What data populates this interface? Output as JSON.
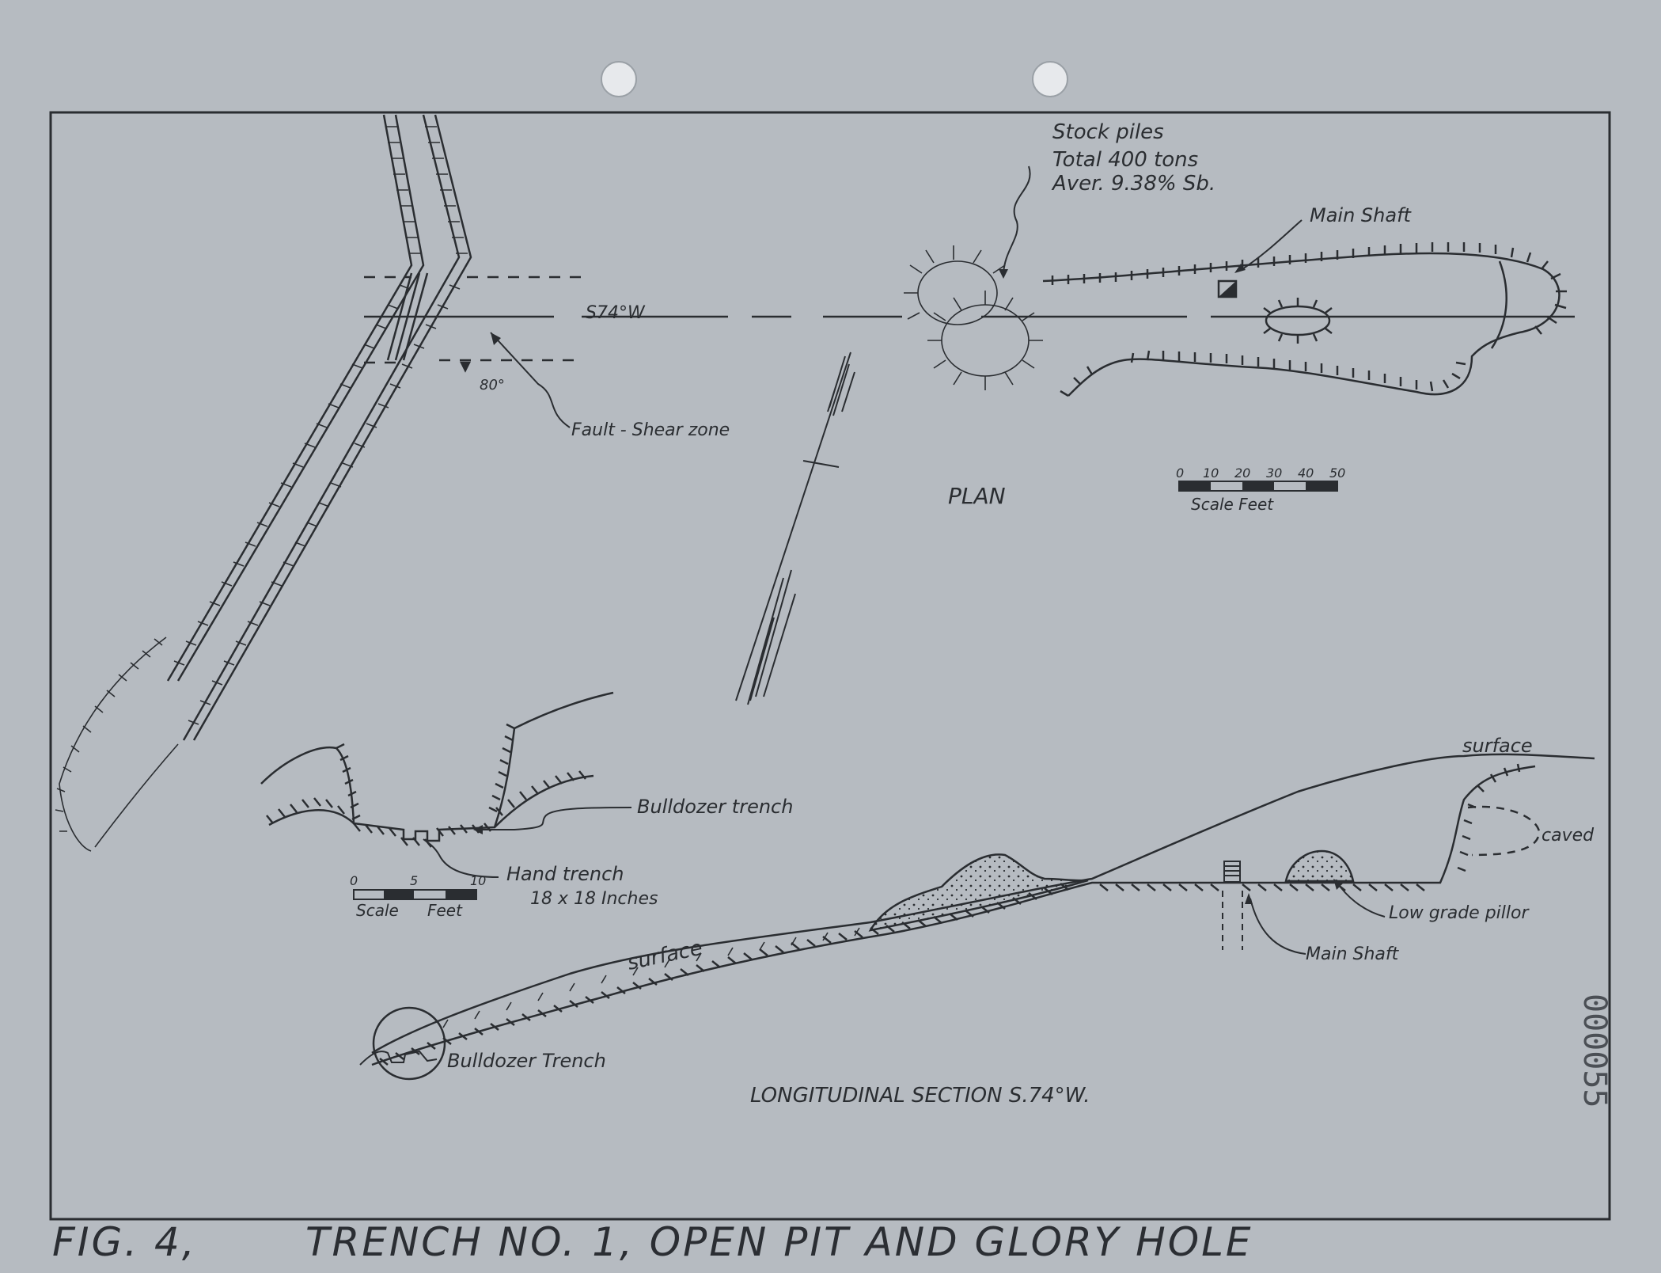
{
  "figure": {
    "number": "FIG. 4,",
    "title": "TRENCH NO. 1, OPEN PIT AND GLORY HOLE"
  },
  "plan": {
    "title": "PLAN",
    "bearing_label": "S74°W",
    "dip_label": "80°",
    "fault_label": "Fault - Shear zone",
    "stockpile_label": [
      "Stock piles",
      "Total 400 tons",
      "Aver. 9.38% Sb."
    ],
    "main_shaft_label": "Main Shaft",
    "scale": {
      "ticks": [
        "0",
        "10",
        "20",
        "30",
        "40",
        "50"
      ],
      "label": "Scale Feet"
    }
  },
  "trench_section": {
    "bulldozer_label": "Bulldozer trench",
    "hand_trench_label": [
      "Hand trench",
      "18 x 18 Inches"
    ],
    "scale": {
      "ticks": [
        "0",
        "5",
        "10"
      ],
      "label_left": "Scale",
      "label_right": "Feet"
    }
  },
  "longitudinal_section": {
    "title": "LONGITUDINAL SECTION  S.74°W.",
    "surface_label_upper": "surface",
    "surface_label_lower": "surface",
    "caved_label": "caved",
    "pillar_label": "Low grade pillor",
    "main_shaft_label": "Main Shaft",
    "bulldozer_label": "Bulldozer Trench"
  },
  "stamp_number": "000055",
  "colors": {
    "paper": "#b6bbc1",
    "ink": "#2a2d31"
  }
}
